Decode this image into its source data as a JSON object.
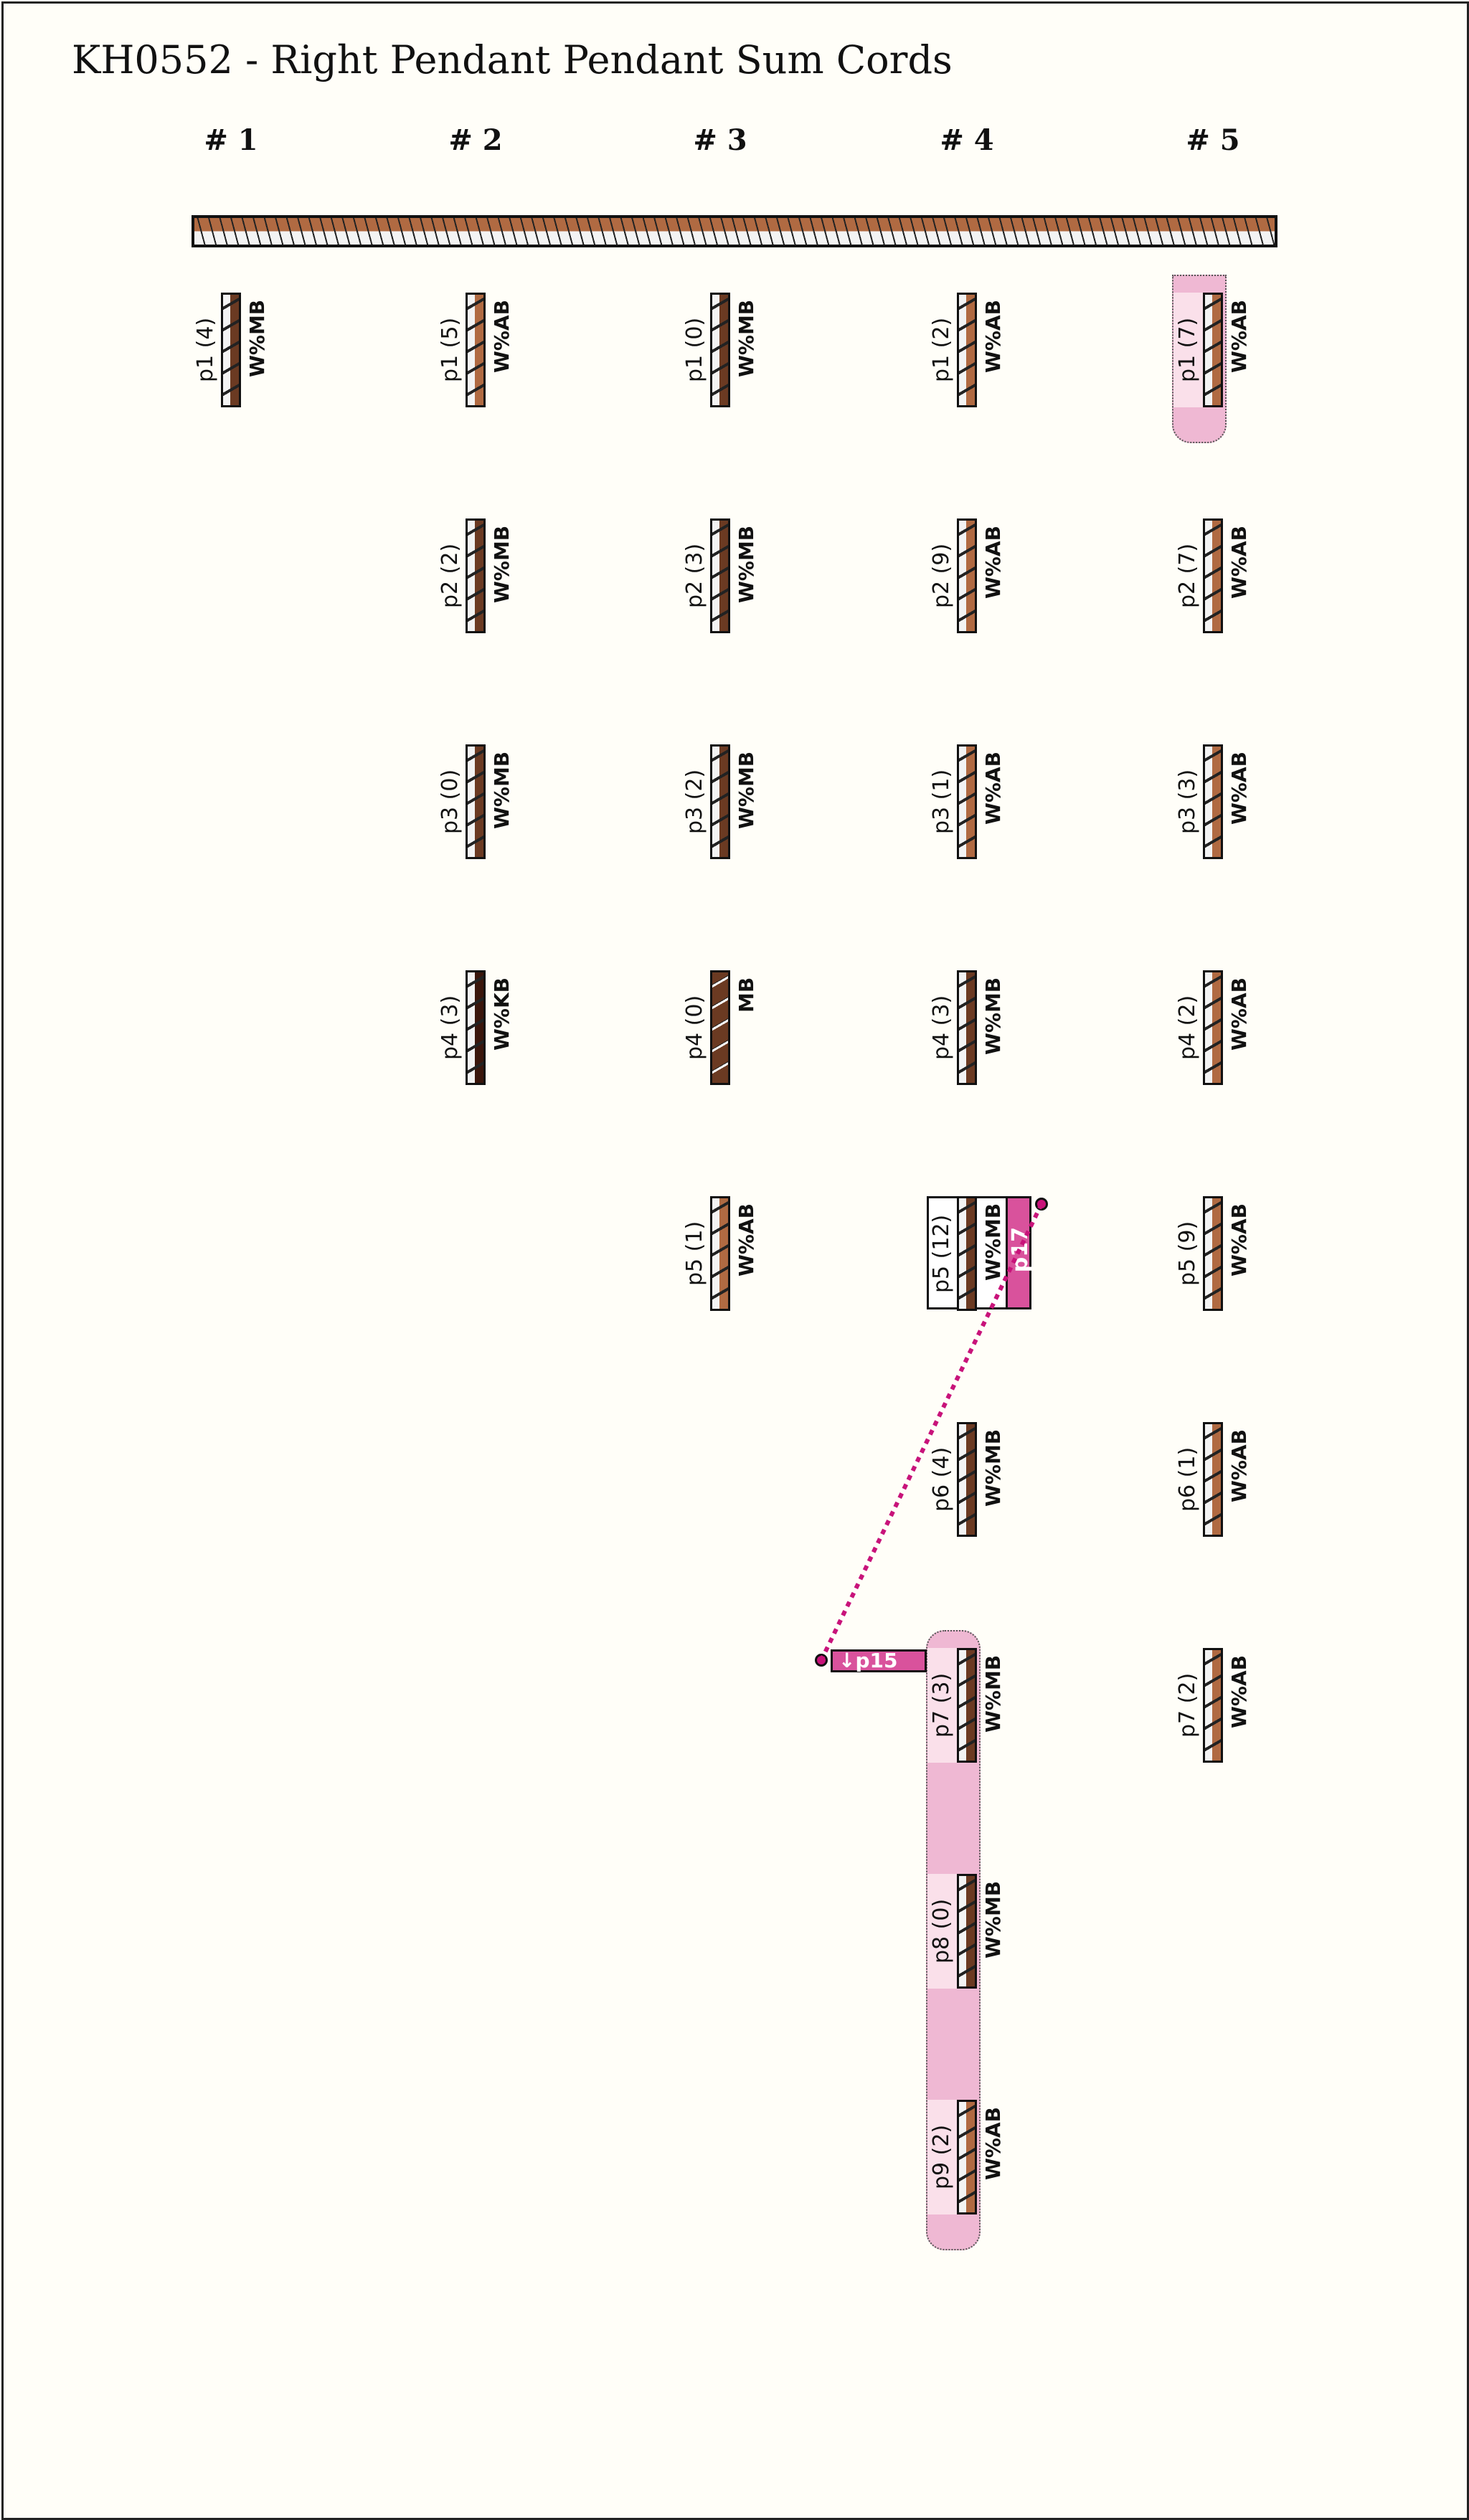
{
  "title": "KH0552 - Right Pendant Pendant Sum Cords",
  "colors": {
    "W%MB": [
      "#f3f3f3",
      "#6b3a22"
    ],
    "W%AB": [
      "#f3f3f3",
      "#b06a42"
    ],
    "W%KB": [
      "#f3f3f3",
      "#3a160c"
    ],
    "MB": [
      "#6b3a22",
      "#6b3a22"
    ],
    "highlight": "#efb8d3",
    "sum_link": "#d9529c",
    "link_line": "#c8137a"
  },
  "columns": [
    {
      "header": "# 1",
      "pendants": [
        {
          "label": "p1 (4)",
          "color": "W%MB"
        }
      ]
    },
    {
      "header": "# 2",
      "pendants": [
        {
          "label": "p1 (5)",
          "color": "W%AB"
        },
        {
          "label": "p2 (2)",
          "color": "W%MB"
        },
        {
          "label": "p3 (0)",
          "color": "W%MB"
        },
        {
          "label": "p4 (3)",
          "color": "W%KB"
        }
      ]
    },
    {
      "header": "# 3",
      "pendants": [
        {
          "label": "p1 (0)",
          "color": "W%MB"
        },
        {
          "label": "p2 (3)",
          "color": "W%MB"
        },
        {
          "label": "p3 (2)",
          "color": "W%MB"
        },
        {
          "label": "p4 (0)",
          "color": "MB"
        },
        {
          "label": "p5 (1)",
          "color": "W%AB"
        }
      ]
    },
    {
      "header": "# 4",
      "pendants": [
        {
          "label": "p1 (2)",
          "color": "W%AB"
        },
        {
          "label": "p2 (9)",
          "color": "W%AB"
        },
        {
          "label": "p3 (1)",
          "color": "W%AB"
        },
        {
          "label": "p4 (3)",
          "color": "W%MB"
        },
        {
          "label": "p5 (12)",
          "color": "W%MB",
          "sum": "p17",
          "link": "↓p15"
        },
        {
          "label": "p6 (4)",
          "color": "W%MB"
        },
        {
          "label": "p7 (3)",
          "color": "W%MB",
          "highlight": true
        },
        {
          "label": "p8 (0)",
          "color": "W%MB",
          "highlight": true
        },
        {
          "label": "p9 (2)",
          "color": "W%AB",
          "highlight": true
        }
      ]
    },
    {
      "header": "# 5",
      "pendants": [
        {
          "label": "p1 (7)",
          "color": "W%AB",
          "highlight": true
        },
        {
          "label": "p2 (7)",
          "color": "W%AB"
        },
        {
          "label": "p3 (3)",
          "color": "W%AB"
        },
        {
          "label": "p4 (2)",
          "color": "W%AB"
        },
        {
          "label": "p5 (9)",
          "color": "W%AB"
        },
        {
          "label": "p6 (1)",
          "color": "W%AB"
        },
        {
          "label": "p7 (2)",
          "color": "W%AB"
        }
      ]
    }
  ]
}
